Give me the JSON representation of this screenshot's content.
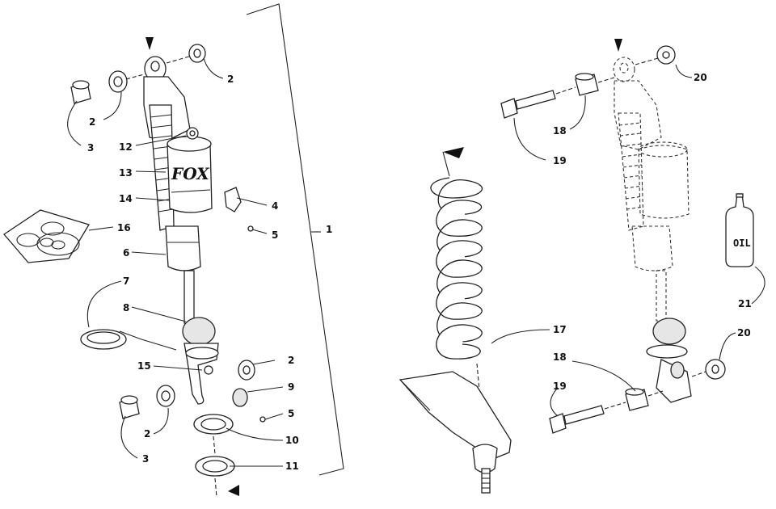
{
  "callouts": {
    "c1": "1",
    "c2a": "2",
    "c2b": "2",
    "c2c": "2",
    "c2d": "2",
    "c3a": "3",
    "c3b": "3",
    "c4": "4",
    "c5a": "5",
    "c5b": "5",
    "c6": "6",
    "c7": "7",
    "c8": "8",
    "c9": "9",
    "c10": "10",
    "c11": "11",
    "c12": "12",
    "c13": "13",
    "c14": "14",
    "c15": "15",
    "c16": "16",
    "c17": "17",
    "c18a": "18",
    "c18b": "18",
    "c19a": "19",
    "c19b": "19",
    "c20a": "20",
    "c20b": "20",
    "c21": "21"
  },
  "labels": {
    "oil_bottle": "OIL",
    "shock_brand": "FOX"
  }
}
